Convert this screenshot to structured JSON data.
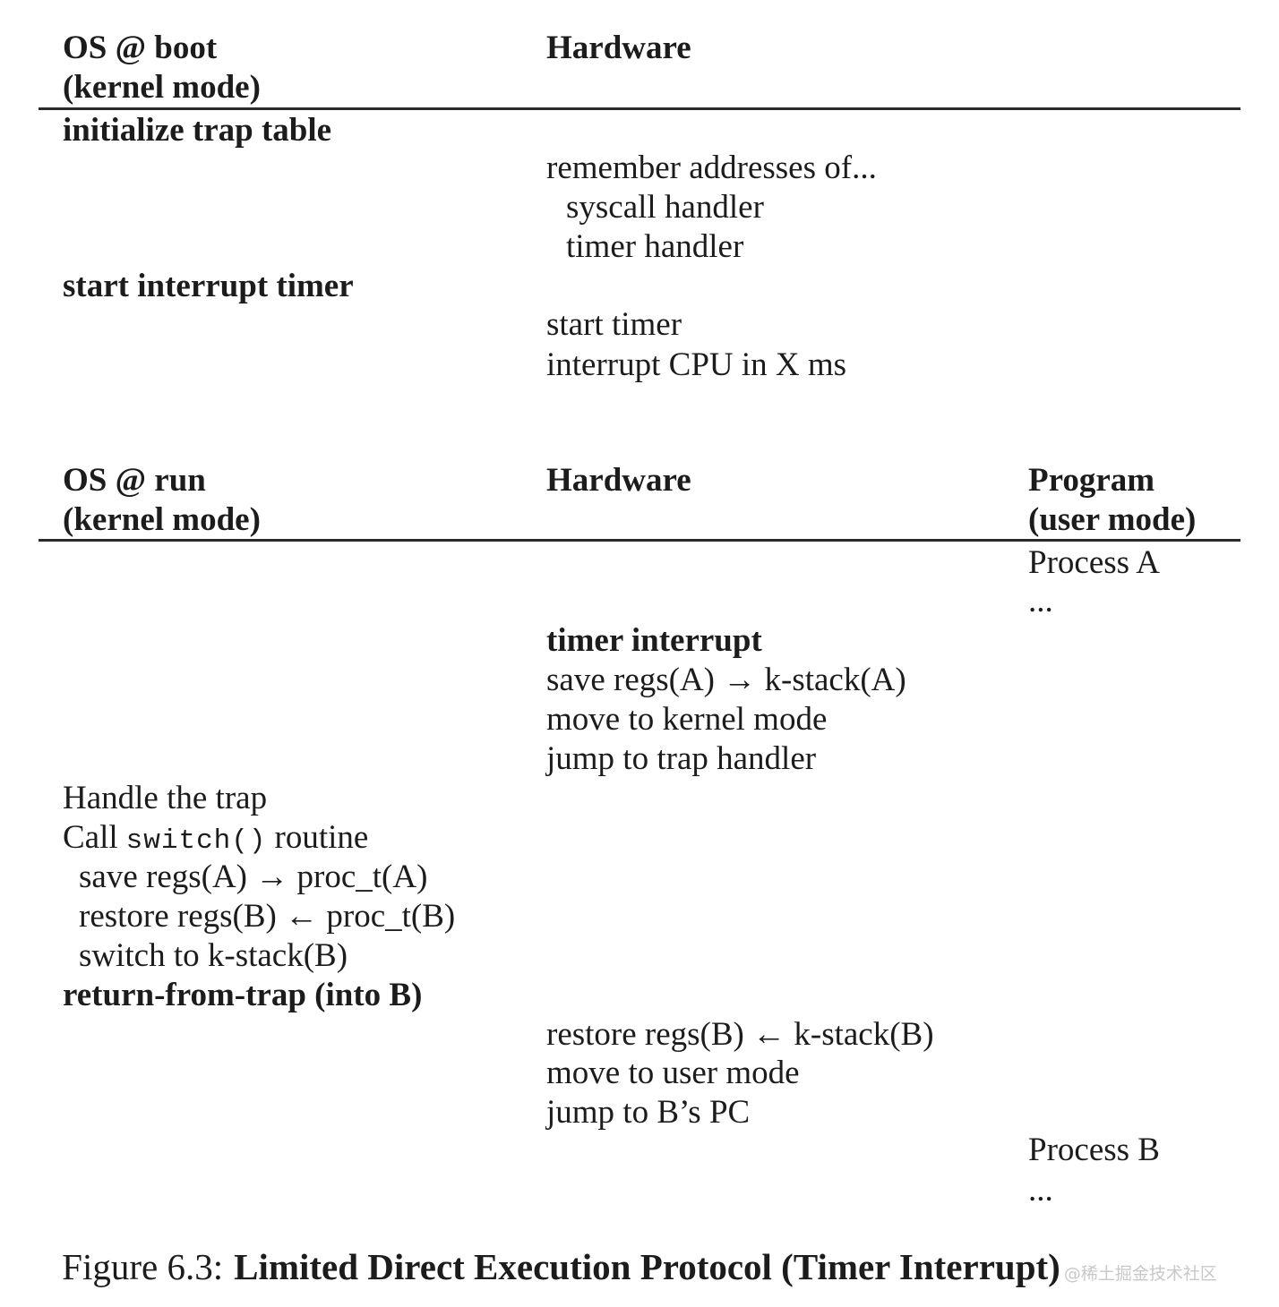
{
  "colors": {
    "background": "#ffffff",
    "text": "#1c1c1c",
    "rule": "#2a2a2a",
    "watermark": "#c8c8c8"
  },
  "boot_section": {
    "os_header_line1": "OS @ boot",
    "os_header_line2": "(kernel mode)",
    "hardware_header": "Hardware",
    "initialize_trap_table": "initialize trap table",
    "remember_addresses": "remember addresses of...",
    "syscall_handler": "syscall handler",
    "timer_handler": "timer handler",
    "start_interrupt_timer": "start interrupt timer",
    "start_timer": "start timer",
    "interrupt_cpu": "interrupt CPU in X ms"
  },
  "run_section": {
    "os_header_line1": "OS @ run",
    "os_header_line2": "(kernel mode)",
    "hardware_header": "Hardware",
    "program_header_line1": "Program",
    "program_header_line2": "(user mode)",
    "process_a": "Process A",
    "process_a_ellipsis": "...",
    "timer_interrupt": "timer interrupt",
    "save_regs_to_kstack": "save regs(A) → k-stack(A)",
    "move_to_kernel_mode": "move to kernel mode",
    "jump_to_trap_handler": "jump to trap handler",
    "handle_the_trap": "Handle the trap",
    "call_prefix": "Call",
    "call_code": "switch()",
    "call_suffix": "routine",
    "save_regs_to_proct": "save regs(A) → proc_t(A)",
    "restore_regs_from_proct": "restore regs(B) ← proc_t(B)",
    "switch_to_kstack": "switch to k-stack(B)",
    "return_from_trap": "return-from-trap (into B)",
    "restore_regs_from_kstack": "restore regs(B) ← k-stack(B)",
    "move_to_user_mode": "move to user mode",
    "jump_to_bs_pc": "jump to B’s PC",
    "process_b": "Process B",
    "process_b_ellipsis": "..."
  },
  "caption": {
    "figure_label": "Figure 6.3:",
    "title": "Limited Direct Execution Protocol (Timer Interrupt)",
    "watermark": "@稀土掘金技术社区"
  }
}
